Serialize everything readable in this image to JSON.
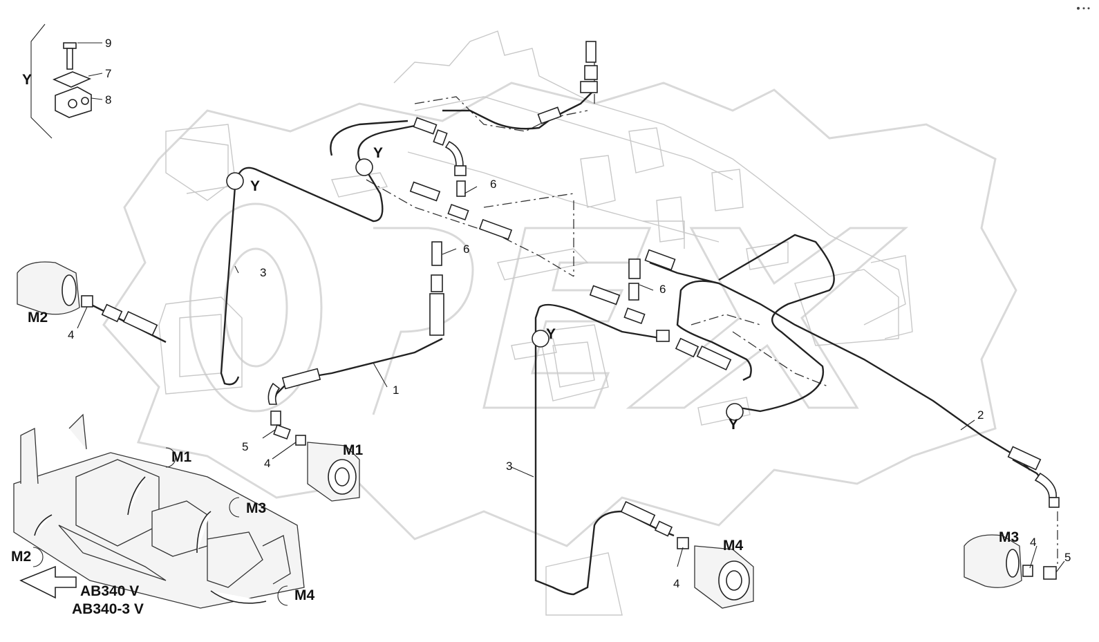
{
  "diagram": {
    "detail_label": "Y",
    "detail_parts": [
      "9",
      "7",
      "8"
    ],
    "part_numbers": {
      "p1": "1",
      "p2": "2",
      "p3a": "3",
      "p3b": "3",
      "p4a": "4",
      "p4b": "4",
      "p4c": "4",
      "p4d": "4",
      "p5a": "5",
      "p5b": "5",
      "p6a": "6",
      "p6b": "6",
      "p6c": "6"
    },
    "clamp_labels": [
      "Y",
      "Y",
      "Y",
      "Y"
    ],
    "motors": {
      "m1": "M1",
      "m2": "M2",
      "m3": "M3",
      "m4": "M4"
    },
    "overview_motors": {
      "m1": "M1",
      "m2": "M2",
      "m3": "M3",
      "m4": "M4"
    },
    "models": {
      "line1": "AB340 V",
      "line2": "AB340-3 V"
    },
    "watermark": "OPEX"
  }
}
